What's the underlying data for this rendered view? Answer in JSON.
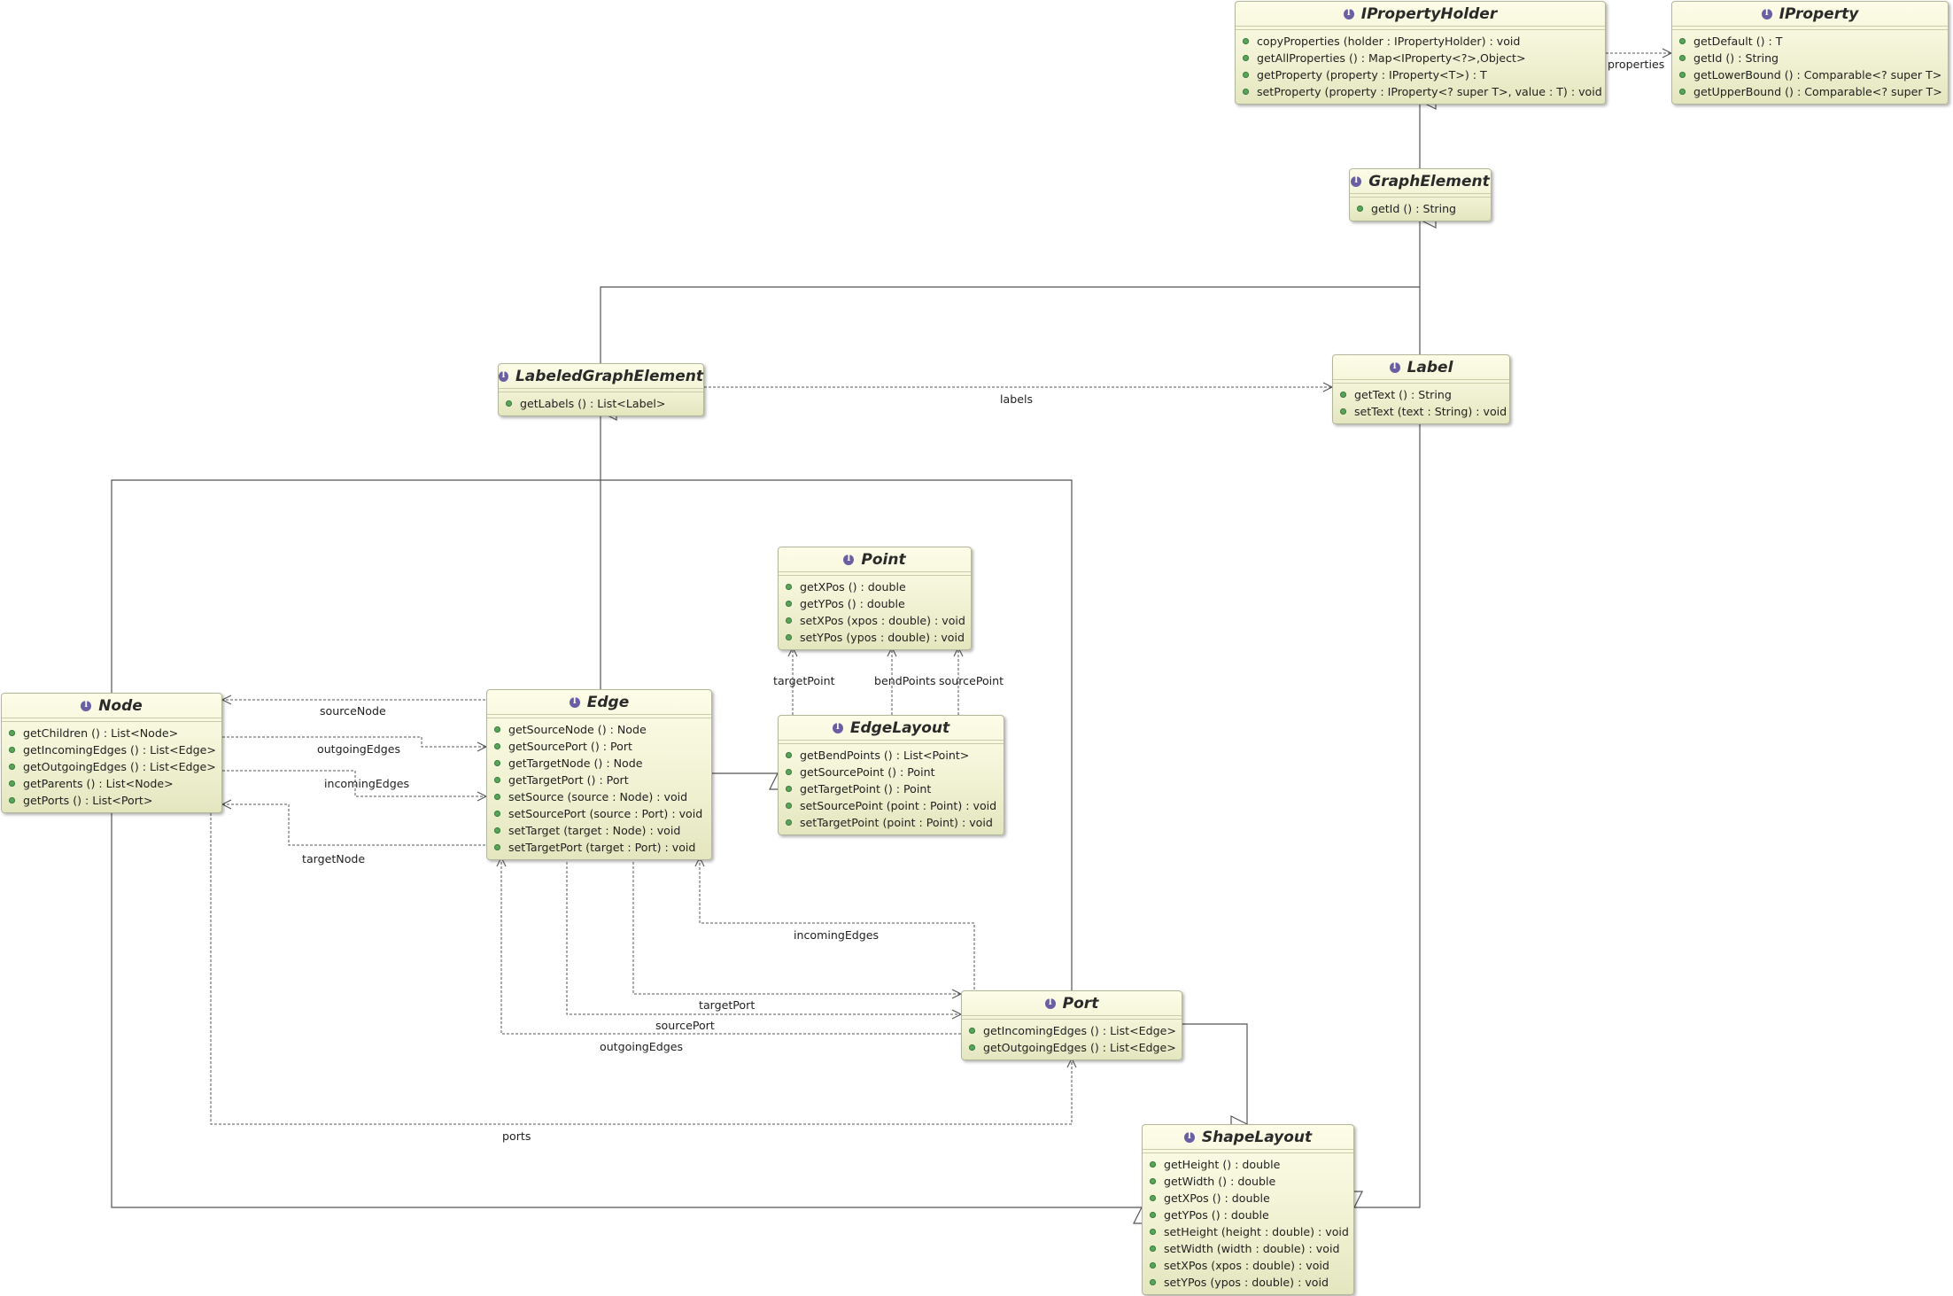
{
  "interfaces": {
    "IPropertyHolder": {
      "name": "IPropertyHolder",
      "methods": [
        "copyProperties (holder : IPropertyHolder) : void",
        "getAllProperties () : Map<IProperty<?>,Object>",
        "getProperty (property : IProperty<T>) : T",
        "setProperty (property : IProperty<? super T>, value : T) : void"
      ]
    },
    "IProperty": {
      "name": "IProperty",
      "methods": [
        "getDefault () : T",
        "getId () : String",
        "getLowerBound () : Comparable<? super T>",
        "getUpperBound () : Comparable<? super T>"
      ]
    },
    "GraphElement": {
      "name": "GraphElement",
      "methods": [
        "getId () : String"
      ]
    },
    "LabeledGraphElement": {
      "name": "LabeledGraphElement",
      "methods": [
        "getLabels () : List<Label>"
      ]
    },
    "Label": {
      "name": "Label",
      "methods": [
        "getText () : String",
        "setText (text : String) : void"
      ]
    },
    "Point": {
      "name": "Point",
      "methods": [
        "getXPos () : double",
        "getYPos () : double",
        "setXPos (xpos : double) : void",
        "setYPos (ypos : double) : void"
      ]
    },
    "Node": {
      "name": "Node",
      "methods": [
        "getChildren () : List<Node>",
        "getIncomingEdges () : List<Edge>",
        "getOutgoingEdges () : List<Edge>",
        "getParents () : List<Node>",
        "getPorts () : List<Port>"
      ]
    },
    "Edge": {
      "name": "Edge",
      "methods": [
        "getSourceNode () : Node",
        "getSourcePort () : Port",
        "getTargetNode () : Node",
        "getTargetPort () : Port",
        "setSource (source : Node) : void",
        "setSourcePort (source : Port) : void",
        "setTarget (target : Node) : void",
        "setTargetPort (target : Port) : void"
      ]
    },
    "EdgeLayout": {
      "name": "EdgeLayout",
      "methods": [
        "getBendPoints () : List<Point>",
        "getSourcePoint () : Point",
        "getTargetPoint () : Point",
        "setSourcePoint (point : Point) : void",
        "setTargetPoint (point : Point) : void"
      ]
    },
    "Port": {
      "name": "Port",
      "methods": [
        "getIncomingEdges () : List<Edge>",
        "getOutgoingEdges () : List<Edge>"
      ]
    },
    "ShapeLayout": {
      "name": "ShapeLayout",
      "methods": [
        "getHeight () : double",
        "getWidth () : double",
        "getXPos () : double",
        "getYPos () : double",
        "setHeight (height : double) : void",
        "setWidth (width : double) : void",
        "setXPos (xpos : double) : void",
        "setYPos (ypos : double) : void"
      ]
    }
  },
  "associations": {
    "properties": "properties",
    "labels": "labels",
    "targetPoint": "targetPoint",
    "bendPoints": "bendPoints",
    "sourcePoint": "sourcePoint",
    "sourceNode": "sourceNode",
    "outgoingEdges": "outgoingEdges",
    "incomingEdges": "incomingEdges",
    "targetNode": "targetNode",
    "port_incomingEdges": "incomingEdges",
    "targetPort": "targetPort",
    "sourcePort": "sourcePort",
    "port_outgoingEdges": "outgoingEdges",
    "ports": "ports"
  },
  "colors": {
    "box_fill_top": "#fdfde8",
    "box_fill_bottom": "#e4e6bf",
    "interface_badge": "#6a5fa3",
    "method_dot": "#58a55a",
    "line": "#555555"
  }
}
